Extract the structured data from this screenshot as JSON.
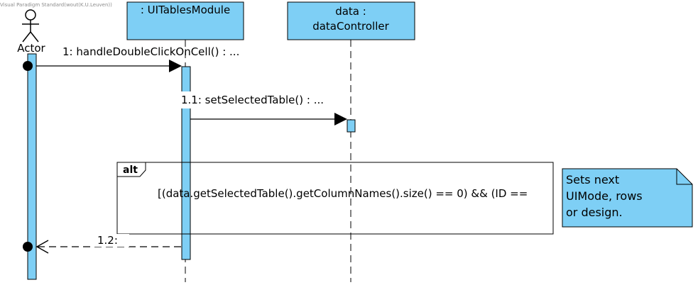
{
  "diagram": {
    "watermark": "Visual Paradigm Standard(wout(K.U.Leuven))",
    "actor": {
      "name": "Actor"
    },
    "lifelines": [
      {
        "title": ": UITablesModule"
      },
      {
        "title_line1": "data :",
        "title_line2": "dataController"
      }
    ],
    "messages": [
      {
        "label": "1: handleDoubleClickOnCell() : ..."
      },
      {
        "label": "1.1: setSelectedTable() : ..."
      },
      {
        "label": "1.2:"
      }
    ],
    "fragment": {
      "operator": "alt",
      "guard": "[(data.getSelectedTable().getColumnNames().size() == 0) && (ID =="
    },
    "note": {
      "lines": [
        "Sets next",
        "UIMode, rows",
        "or design."
      ]
    },
    "colors": {
      "fill": "#7ecff5",
      "stroke": "#000000"
    }
  }
}
